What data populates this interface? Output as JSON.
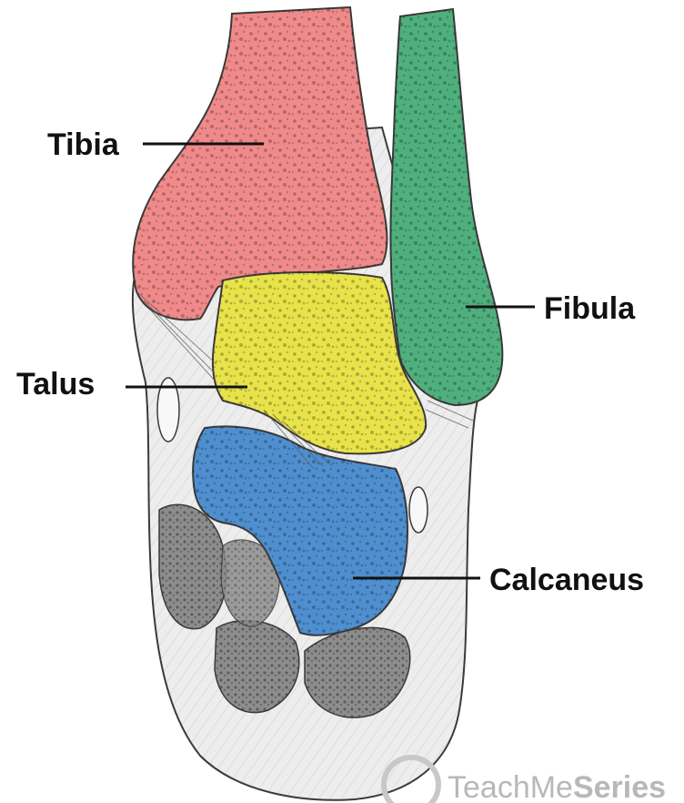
{
  "labels": {
    "tibia": "Tibia",
    "fibula": "Fibula",
    "talus": "Talus",
    "calcaneus": "Calcaneus"
  },
  "watermark": {
    "prefix": "TeachMe",
    "suffix": "Series"
  },
  "colors": {
    "tibia": "#f08a8a",
    "fibula": "#4fb07e",
    "talus": "#e8e34a",
    "calcaneus": "#4f8fd0",
    "soft_tissue": "#ededed",
    "outline": "#3a3a3a"
  }
}
